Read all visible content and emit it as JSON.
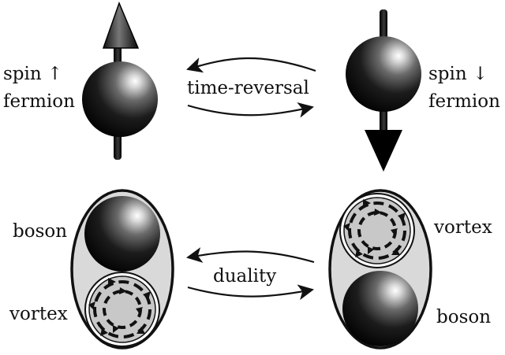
{
  "labels": {
    "spin_up_line1": "spin ↑",
    "spin_up_line2": "fermion",
    "spin_down_line1": "spin ↓",
    "spin_down_line2": "fermion",
    "time_reversal": "time-reversal",
    "duality": "duality",
    "boson_left": "boson",
    "vortex_left": "vortex",
    "vortex_right": "vortex",
    "boson_right": "boson"
  },
  "colors": {
    "ink": "#111111",
    "capsule_fill": "#d9d9d9",
    "vortex_fill": "#c8c8c8",
    "ball_dark": "#050505",
    "ball_highlight": "#ffffff"
  }
}
